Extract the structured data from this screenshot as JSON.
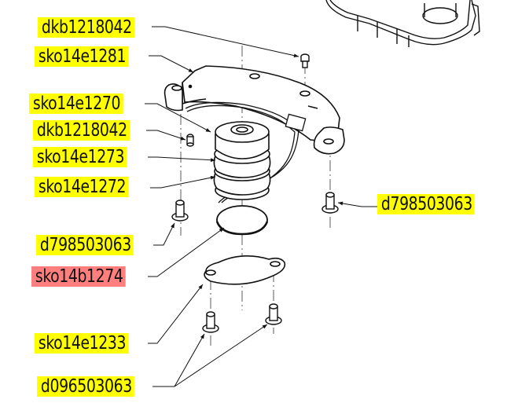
{
  "diagram": {
    "type": "exploded parts diagram",
    "highlight_colors": {
      "default": "#ffff00",
      "selected": "#ff7f7f"
    },
    "callouts": [
      {
        "id": "c1",
        "part_number": "dkb1218042",
        "highlight": "yellow"
      },
      {
        "id": "c2",
        "part_number": "sko14e1281",
        "highlight": "yellow"
      },
      {
        "id": "c3",
        "part_number": "sko14e1270",
        "highlight": "yellow"
      },
      {
        "id": "c4",
        "part_number": "dkb1218042",
        "highlight": "yellow"
      },
      {
        "id": "c5",
        "part_number": "sko14e1273",
        "highlight": "yellow"
      },
      {
        "id": "c6",
        "part_number": "sko14e1272",
        "highlight": "yellow"
      },
      {
        "id": "c7",
        "part_number": "d798503063",
        "highlight": "yellow"
      },
      {
        "id": "c8",
        "part_number": "sko14b1274",
        "highlight": "red"
      },
      {
        "id": "c9",
        "part_number": "sko14e1233",
        "highlight": "yellow"
      },
      {
        "id": "c10",
        "part_number": "d096503063",
        "highlight": "yellow"
      },
      {
        "id": "c11",
        "part_number": "d798503063",
        "highlight": "yellow"
      }
    ]
  }
}
